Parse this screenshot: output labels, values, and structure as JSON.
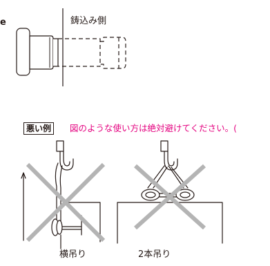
{
  "top_label": "鋳込み側",
  "edge_letter": "e",
  "badge_text": "悪い例",
  "warning_text": "図のような使い方は絶対避けてください。(",
  "captions": {
    "left": "横吊り",
    "right": "2本吊り"
  },
  "colors": {
    "line": "#231815",
    "cross": "#b4b4b4",
    "warning": "#e4007f"
  }
}
